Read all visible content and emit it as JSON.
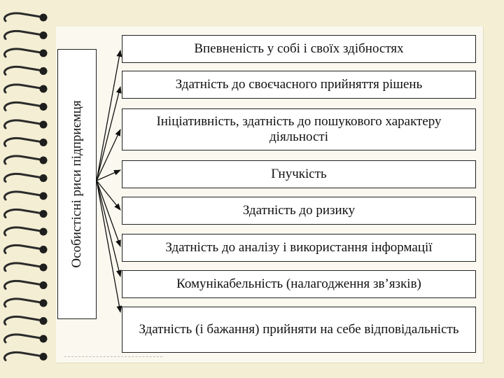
{
  "diagram": {
    "root_label": "Особистісні риси підприємця",
    "items": [
      {
        "label": "Впевненість у собі і своїх здібностях"
      },
      {
        "label": "Здатність до своєчасного прийняття рішень"
      },
      {
        "label": "Ініціативність, здатність до пошукового характеру діяльності"
      },
      {
        "label": "Гнучкість"
      },
      {
        "label": "Здатність до ризику"
      },
      {
        "label": "Здатність до аналізу і використання інформації"
      },
      {
        "label": "Комунікабельність (налагодження зв’язків)"
      },
      {
        "label": "Здатність (і бажання) прийняти на себе відповідальність"
      }
    ]
  }
}
